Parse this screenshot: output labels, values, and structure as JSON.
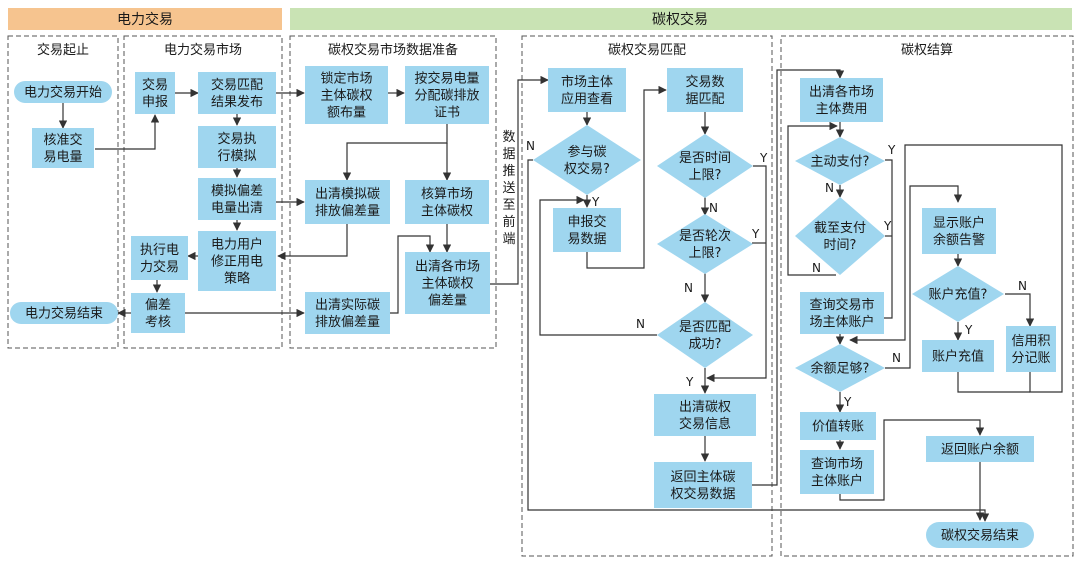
{
  "colors": {
    "node_fill": "#9fd6ef",
    "header_orange": "#f6c48f",
    "header_green": "#c9e3b4",
    "line": "#333333",
    "dash": "#555555"
  },
  "headers": {
    "power_trading": "电力交易",
    "carbon_trading": "碳权交易"
  },
  "sections": {
    "start_end": "交易起止",
    "power_market": "电力交易市场",
    "carbon_data": "碳权交易市场数据准备",
    "carbon_match": "碳权交易匹配",
    "carbon_settle": "碳权结算"
  },
  "side_label": "数据推送至前端",
  "nodes": {
    "start": "电力交易开始",
    "verify": [
      "核准交",
      "易电量"
    ],
    "end_power": "电力交易结束",
    "declare": [
      "交易",
      "申报"
    ],
    "publish": [
      "交易匹配",
      "结果发布"
    ],
    "simulate": [
      "交易执",
      "行模拟"
    ],
    "sim_dev": [
      "模拟偏差",
      "电量出清"
    ],
    "exec": [
      "执行电",
      "力交易"
    ],
    "user_fix": [
      "电力用户",
      "修正用电",
      "策略"
    ],
    "deviation": [
      "偏差",
      "考核"
    ],
    "lock": [
      "锁定市场",
      "主体碳权",
      "额布量"
    ],
    "allocate": [
      "按交易电量",
      "分配碳排放",
      "证书"
    ],
    "clear_sim": [
      "出清模拟碳",
      "排放偏差量"
    ],
    "calc": [
      "核算市场",
      "主体碳权"
    ],
    "clear_each": [
      "出清各市场",
      "主体碳权",
      "偏差量"
    ],
    "clear_real": [
      "出清实际碳",
      "排放偏差量"
    ],
    "view": [
      "市场主体",
      "应用查看"
    ],
    "join": [
      "参与碳",
      "权交易?"
    ],
    "submit": [
      "申报交",
      "易数据"
    ],
    "match": [
      "交易数",
      "据匹配"
    ],
    "time_limit": [
      "是否时间",
      "上限?"
    ],
    "round_limit": [
      "是否轮次",
      "上限?"
    ],
    "match_ok": [
      "是否匹配",
      "成功?"
    ],
    "clear_info": [
      "出清碳权",
      "交易信息"
    ],
    "return_data": [
      "返回主体碳",
      "权交易数据"
    ],
    "fees": [
      "出清各市场",
      "主体费用"
    ],
    "auto_pay": "主动支付?",
    "deadline": [
      "截至支付",
      "时间?"
    ],
    "query_acct": [
      "查询交易市",
      "场主体账户"
    ],
    "enough": "余额足够?",
    "transfer": "价值转账",
    "query_main": [
      "查询市场",
      "主体账户"
    ],
    "alert": [
      "显示账户",
      "余额告警"
    ],
    "recharge_q": "账户充值?",
    "recharge": "账户充值",
    "credit": [
      "信用积",
      "分记账"
    ],
    "return_bal": "返回账户余额",
    "end_carbon": "碳权交易结束"
  },
  "edge_labels": {
    "Y": "Y",
    "N": "N"
  }
}
